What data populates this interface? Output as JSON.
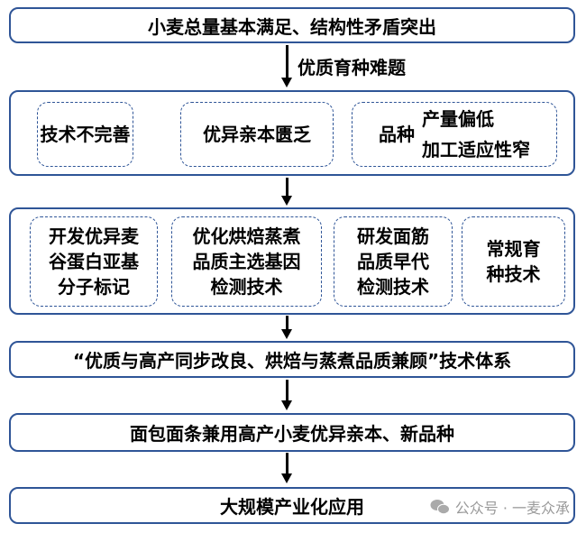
{
  "top": "小麦总量基本满足、结构性矛盾突出",
  "arrow1_label": "优质育种难题",
  "problems": {
    "p1": "技术不完善",
    "p2": "优异亲本匮乏",
    "p3_prefix": "品种",
    "p3_l1": "产量偏低",
    "p3_l2": "加工适应性窄"
  },
  "techs": [
    {
      "l1": "开发优异麦",
      "l2": "谷蛋白亚基",
      "l3": "分子标记"
    },
    {
      "l1": "优化烘焙蒸煮",
      "l2": "品质主选基因",
      "l3": "检测技术"
    },
    {
      "l1": "研发面筋",
      "l2": "品质早代",
      "l3": "检测技术"
    },
    {
      "l1": "常规育",
      "l2": "种技术"
    }
  ],
  "system": "“优质与高产同步改良、烘焙与蒸煮品质兼顾”技术体系",
  "result": "面包面条兼用高产小麦优异亲本、新品种",
  "final": "大规模产业化应用",
  "watermark": "公众号 · 一麦众承"
}
